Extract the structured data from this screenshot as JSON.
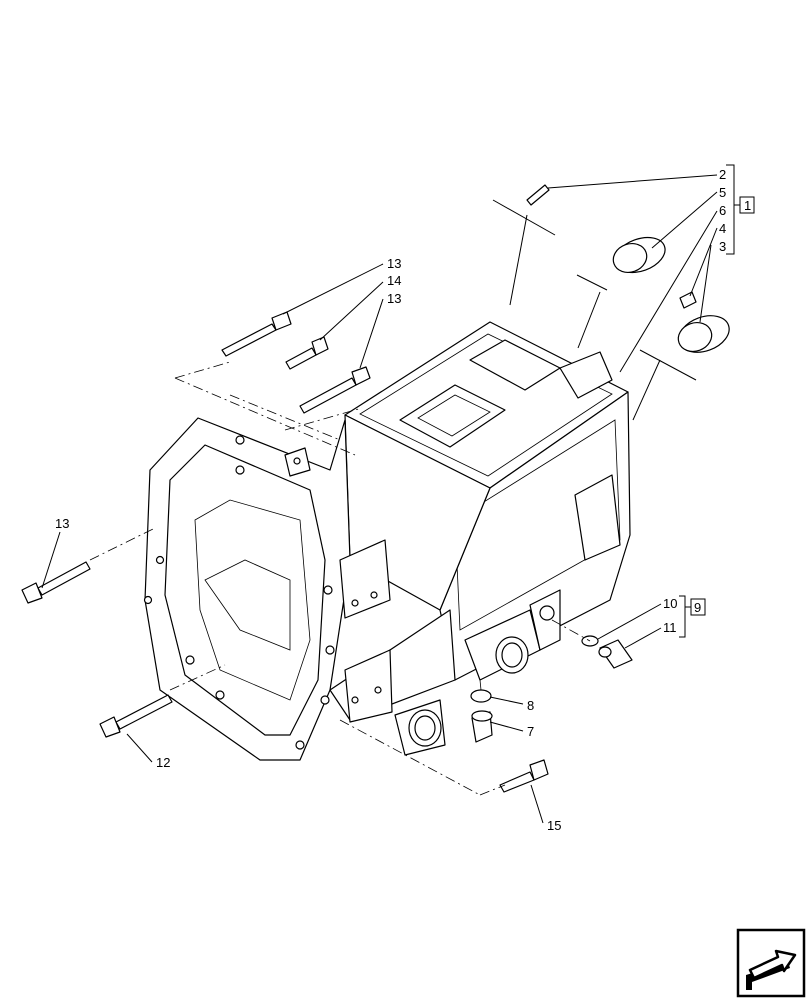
{
  "callouts": {
    "c2": "2",
    "c5": "5",
    "c6": "6",
    "c4": "4",
    "c3": "3",
    "kit1": "1",
    "c13a": "13",
    "c14": "14",
    "c13b": "13",
    "c13c": "13",
    "c10": "10",
    "c11": "11",
    "kit9": "9",
    "c8": "8",
    "c7": "7",
    "c12": "12",
    "c15": "15"
  },
  "nav": {
    "icon": "next-page-arrow-icon"
  }
}
